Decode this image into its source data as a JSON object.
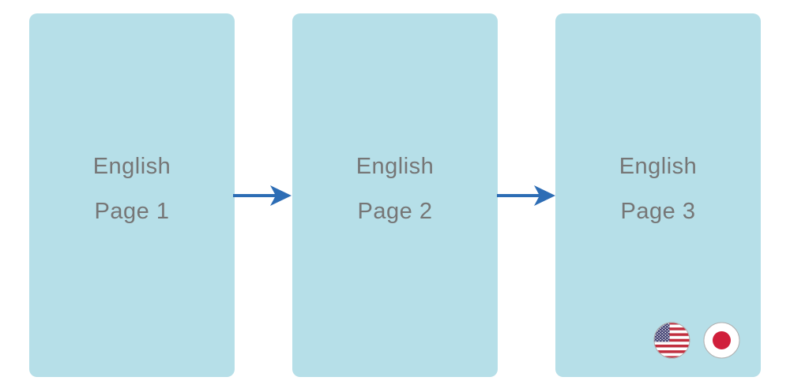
{
  "diagram": {
    "pages": [
      {
        "title_line1": "English",
        "title_line2": "Page 1"
      },
      {
        "title_line1": "English",
        "title_line2": "Page 2"
      },
      {
        "title_line1": "English",
        "title_line2": "Page 3"
      }
    ],
    "arrows": [
      {
        "from": "Page 1",
        "to": "Page 2"
      },
      {
        "from": "Page 2",
        "to": "Page 3"
      }
    ],
    "flags": [
      {
        "icon": "us-flag-icon"
      },
      {
        "icon": "japan-flag-icon"
      }
    ]
  },
  "colors": {
    "card_fill": "#b6dfe8",
    "label_text": "#767676",
    "arrow_blue": "#2d6db5",
    "us_flag_red": "#c22e3e",
    "us_flag_blue": "#3c3b6e",
    "japan_flag_red": "#d01f3b",
    "flag_border": "#b0b0b0",
    "background": "#ffffff"
  }
}
